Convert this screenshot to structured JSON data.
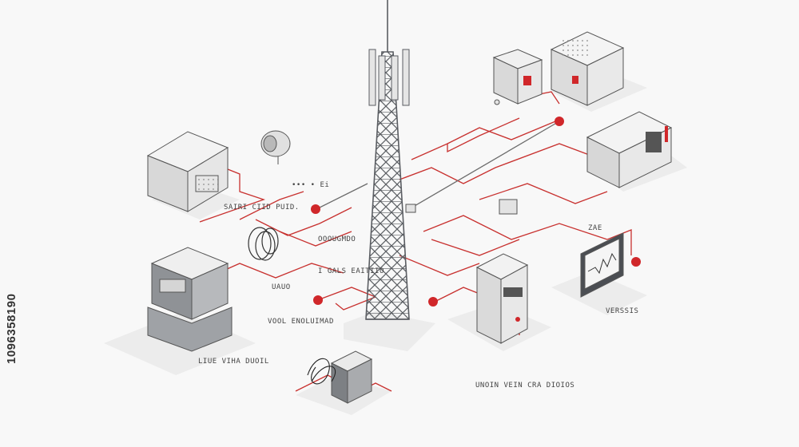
{
  "side_id": "1096358190",
  "labels": {
    "top_center": "••• • Ei",
    "left_top": "SAIRI CIID PUID.",
    "left_mid": "OOOUGMDO",
    "center_left": "I GALS EAITIIO",
    "left_lower": "VOOL ENOLUIMAD",
    "cable_label": "UAUO",
    "left_bottom": "LIUE VIHA DUOIL",
    "bottom_center": "UNOIN VEIN CRA DIOIOS",
    "right_small": "ZAE",
    "monitor_label": "VERSSIS"
  },
  "colors": {
    "wire": "#c8312f",
    "tower": "#5a5d62",
    "equipment": "#dcdcdc",
    "accent": "#d0272a"
  }
}
